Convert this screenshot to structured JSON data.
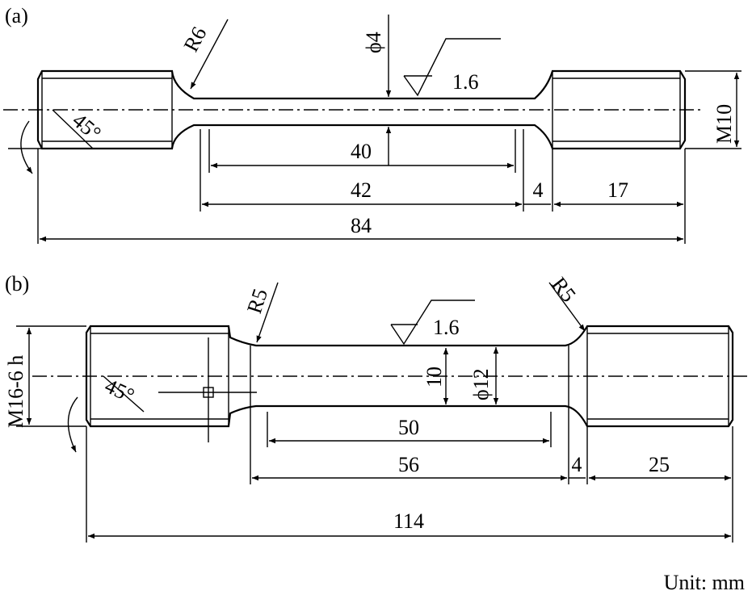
{
  "figure_a": {
    "label": "(a)",
    "radius": "R6",
    "gauge_diameter": "ϕ4",
    "roughness": "1.6",
    "chamfer": "45°",
    "thread": "M10",
    "dims": {
      "gauge_length": "40",
      "parallel_length": "42",
      "fillet_length": "4",
      "grip_length": "17",
      "total_length": "84"
    }
  },
  "figure_b": {
    "label": "(b)",
    "radius_left": "R5",
    "radius_right": "R5",
    "roughness": "1.6",
    "chamfer": "45°",
    "thread": "M16-6 h",
    "inner_dim": "10",
    "gauge_diameter": "ϕ12",
    "dims": {
      "gauge_length": "50",
      "parallel_length": "56",
      "fillet_length": "4",
      "grip_length": "25",
      "total_length": "114"
    }
  },
  "unit_note": "Unit: mm"
}
